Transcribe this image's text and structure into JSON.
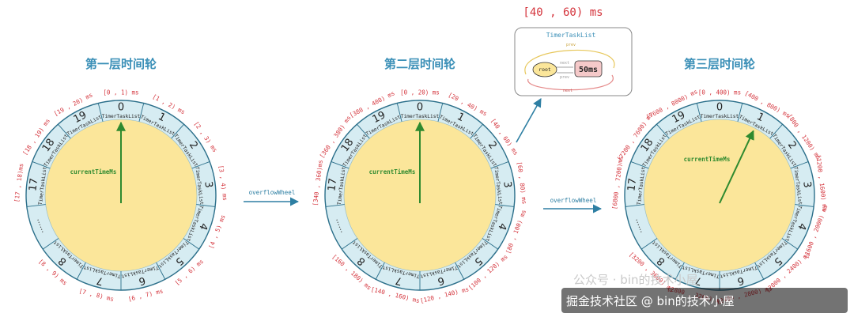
{
  "wheels": [
    {
      "title": "第一层时间轮",
      "hand_slot": 0,
      "current_label": "currentTimeMs",
      "slot_tag": "TimerTaskList",
      "slots": [
        "0",
        "1",
        "2",
        "3",
        "4",
        "5",
        "6",
        "7",
        "8",
        "......",
        "17",
        "18",
        "19"
      ],
      "ranges": [
        "[0 , 1) ms",
        "[1 , 2) ms",
        "[2 , 3) ms",
        "[3 , 4) ms",
        "[4 , 5) ms",
        "[5 , 6) ms",
        "[6 , 7) ms",
        "[7 , 8) ms",
        "[8 , 9) ms",
        "",
        "[17 , 18)ms",
        "[18 , 19) ms",
        "[19 , 20) ms"
      ]
    },
    {
      "title": "第二层时间轮",
      "hand_slot": 0,
      "current_label": "currentTimeMs",
      "slot_tag": "TimerTaskList",
      "slots": [
        "0",
        "1",
        "2",
        "3",
        "4",
        "5",
        "6",
        "7",
        "8",
        "......",
        "17",
        "18",
        "19"
      ],
      "ranges": [
        "[0 , 20) ms",
        "[20 , 40) ms",
        "[40 , 60) ms",
        "[60 , 80) ms",
        "[80 , 100) ms",
        "[100 , 120) ms",
        "[120 , 140) ms",
        "[140 , 160) ms",
        "[160 , 180) ms",
        "",
        "[340 , 360)ms",
        "[360 , 380) ms",
        "[380 , 400) ms"
      ]
    },
    {
      "title": "第三层时间轮",
      "hand_slot": 1,
      "current_label": "currentTimeMs",
      "slot_tag": "TimerTaskList",
      "slots": [
        "0",
        "1",
        "2",
        "3",
        "4",
        "5",
        "6",
        "7",
        "8",
        "......",
        "17",
        "18",
        "19"
      ],
      "ranges": [
        "[0 , 400) ms",
        "[400 , 800) ms",
        "[800 , 1200) ms",
        "[1200 , 1600) ms",
        "[1600 , 2000) ms",
        "[2000 , 2400) ms",
        "[2400 , 2800) ms",
        "[2800 , 3200) ms",
        "[3200 , 3600) ms",
        "",
        "[6800 , 7200)ms",
        "[7200 , 7600) ms",
        "[7600 , 8000) ms"
      ]
    }
  ],
  "arrows": [
    {
      "label": "overflowWheel"
    },
    {
      "label": "overflowWheel"
    }
  ],
  "detail_box": {
    "heading_range": "[40 , 60) ms",
    "title": "TimerTaskList",
    "prev": "prev",
    "next": "next",
    "root": "root",
    "node": "50ms"
  },
  "watermark": {
    "line1": "公众号 · bin的技术小屋",
    "line2": "掘金技术社区 @ bin的技术小屋"
  },
  "colors": {
    "ring": "#d6ecf2",
    "face": "#fbe69a",
    "accent_blue": "#3a8fb7",
    "range_red": "#d4343c",
    "hand_green": "#2f8a2f"
  }
}
